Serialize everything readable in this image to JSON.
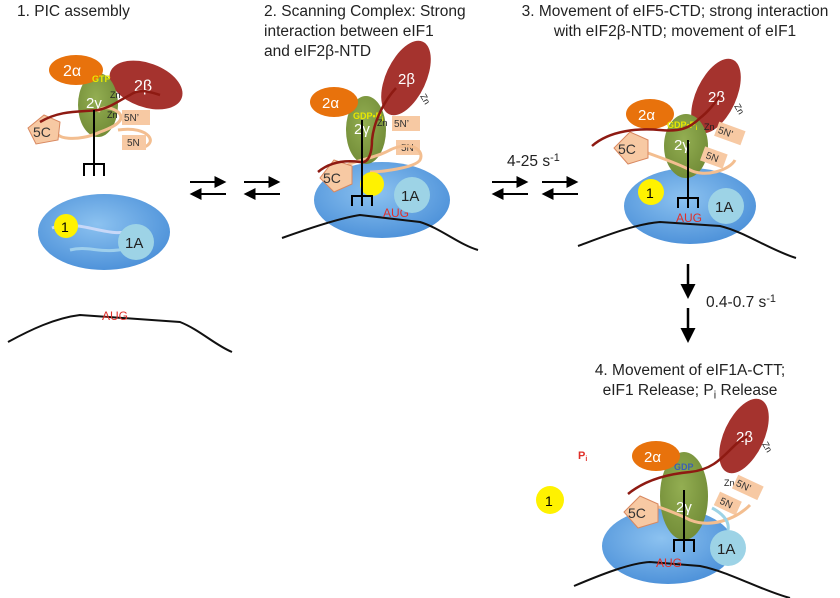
{
  "captions": {
    "step1": "1. PIC assembly",
    "step2": "2. Scanning Complex: Strong interaction between eIF1 and eIF2β-NTD",
    "step2_line1": "2. Scanning Complex: Strong",
    "step2_line2": "interaction between eIF1",
    "step2_line3": "and eIF2β-NTD",
    "step3_line1": "3. Movement of eIF5-CTD; strong interaction",
    "step3_line2": "with eIF2β-NTD; movement of eIF1",
    "step4_line1": "4. Movement of eIF1A-CTT;",
    "step4_line2_a": "eIF1 Release; P",
    "step4_line2_sub": "i",
    "step4_line2_b": " Release"
  },
  "rates": {
    "rate_2_3_value": "4-25 s",
    "rate_2_3_exp": "-1",
    "rate_3_4_value": "0.4-0.7 s",
    "rate_3_4_exp": "-1"
  },
  "labels": {
    "eif2a": "2α",
    "eif2b": "2β",
    "eif2g": "2γ",
    "eif5c": "5C",
    "eif5n": "5N",
    "eif5n_prime": "5N’",
    "zn": "Zn",
    "eif1": "1",
    "eif1a": "1A",
    "aug": "AUG",
    "gtp": "GTP",
    "gdp_pi": "GDP•P",
    "gdp_pi_sub": "i",
    "gdp": "GDP",
    "pi": "P",
    "pi_sub": "i"
  },
  "colors": {
    "eif2a_orange": "#E8720C",
    "eif2b_maroon": "#A5332E",
    "eif2g_olive": "#7F9A3E",
    "eif5_peach": "#F7C9A3",
    "eif1_yellow": "#FFF200",
    "eif1a_lightblue": "#9DD3E6",
    "ribosome_blue": "#5FA3E0",
    "aug_red": "#E0302A",
    "gtp_yellow": "#E8E800",
    "gdp_blue": "#3A5FB5",
    "chain_maroon": "#8E1A12",
    "tail_peach": "#F3BE90"
  }
}
